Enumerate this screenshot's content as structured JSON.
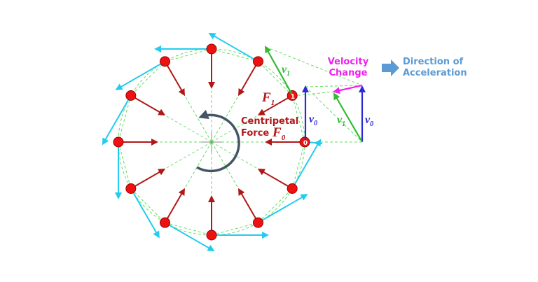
{
  "labels": {
    "velocity_change": [
      "Velocity",
      "Change"
    ],
    "direction_of_acceleration": [
      "Direction of",
      "Acceleration"
    ],
    "centripetal_force": [
      "Centripetal",
      "Force"
    ],
    "f1_symbol": "F",
    "f1_sub": "1",
    "f0_symbol": "F",
    "f0_sub": "0",
    "v0_symbol": "v",
    "v0_sub": "0",
    "v1_symbol": "v",
    "v1_sub": "1",
    "point0": "0",
    "point1": "1"
  },
  "colors": {
    "force": "#b01818",
    "velocity": "#22ccee",
    "v0": "#2b2bd6",
    "v1": "#33bb33",
    "change": "#ee22ee",
    "direction_text": "#5b9bd5",
    "arrow_block": "#5b9bd5",
    "dot_fill": "#ee1111",
    "dot_stroke": "#990000",
    "guide": "#66dd66",
    "rotation": "#445566"
  }
}
